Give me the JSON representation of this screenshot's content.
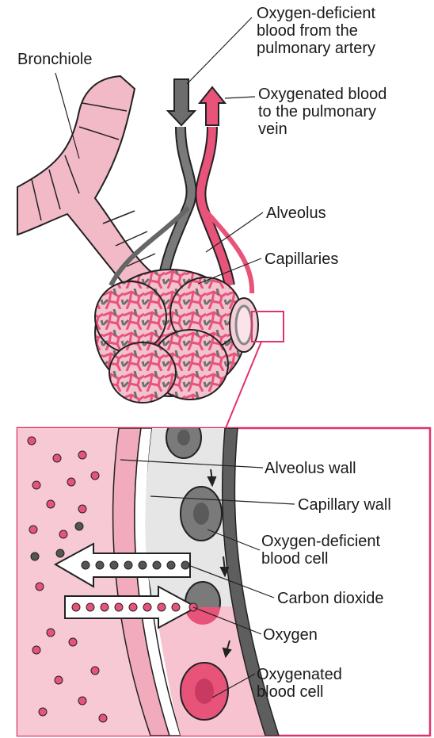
{
  "labels": {
    "bronchiole": "Bronchiole",
    "oxygen_deficient_blood": [
      "Oxygen-deficient",
      "blood from the",
      "pulmonary artery"
    ],
    "oxygenated_blood": [
      "Oxygenated blood",
      "to the pulmonary",
      "vein"
    ],
    "alveolus": "Alveolus",
    "capillaries": "Capillaries",
    "alveolus_wall": "Alveolus wall",
    "capillary_wall": "Capillary wall",
    "oxygen_deficient_cell": [
      "Oxygen-deficient",
      "blood cell"
    ],
    "carbon_dioxide": "Carbon dioxide",
    "oxygen": "Oxygen",
    "oxygenated_cell": [
      "Oxygenated",
      "blood cell"
    ]
  },
  "colors": {
    "pink": "#e8537a",
    "light_pink": "#f6c9d4",
    "gray": "#7a7a7a",
    "dark_gray": "#4a4a4a",
    "outline": "#222222",
    "frame": "#e0336a"
  }
}
